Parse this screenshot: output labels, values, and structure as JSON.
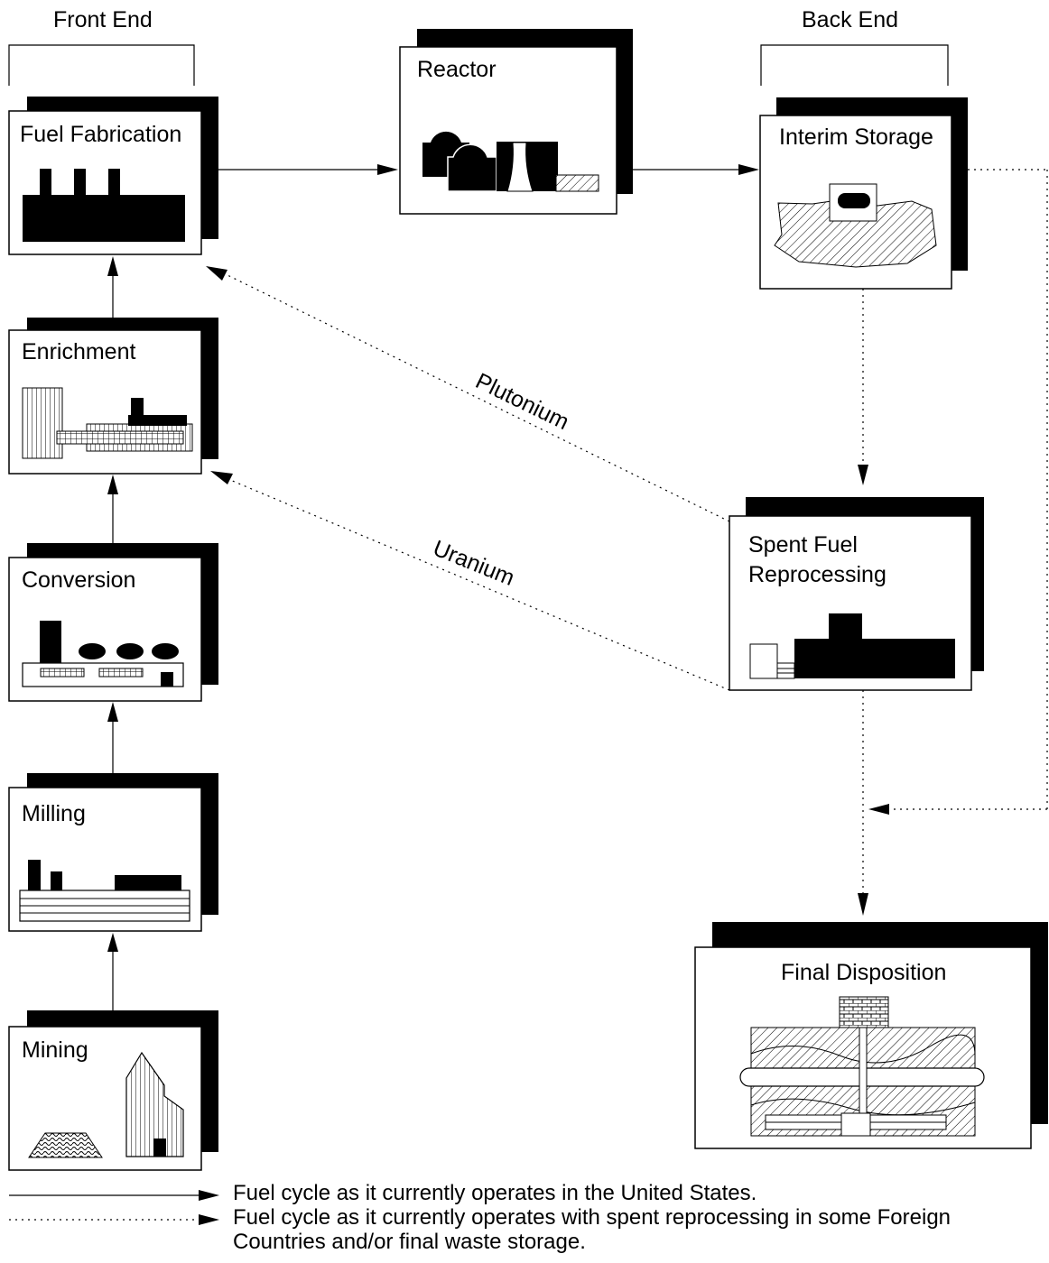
{
  "sections": {
    "front_end": "Front End",
    "back_end": "Back End"
  },
  "stages": {
    "mining": "Mining",
    "milling": "Milling",
    "conversion": "Conversion",
    "enrichment": "Enrichment",
    "fuel_fabrication": "Fuel Fabrication",
    "reactor": "Reactor",
    "interim_storage": "Interim Storage",
    "reprocessing_line1": "Spent Fuel",
    "reprocessing_line2": "Reprocessing",
    "final_disposition": "Final Disposition"
  },
  "flow_labels": {
    "plutonium": "Plutonium",
    "uranium": "Uranium"
  },
  "legend": {
    "solid": "Fuel cycle as it currently operates in the United States.",
    "dotted_line1": "Fuel cycle as it currently operates with spent reprocessing in some Foreign",
    "dotted_line2": "Countries and/or final waste storage."
  }
}
